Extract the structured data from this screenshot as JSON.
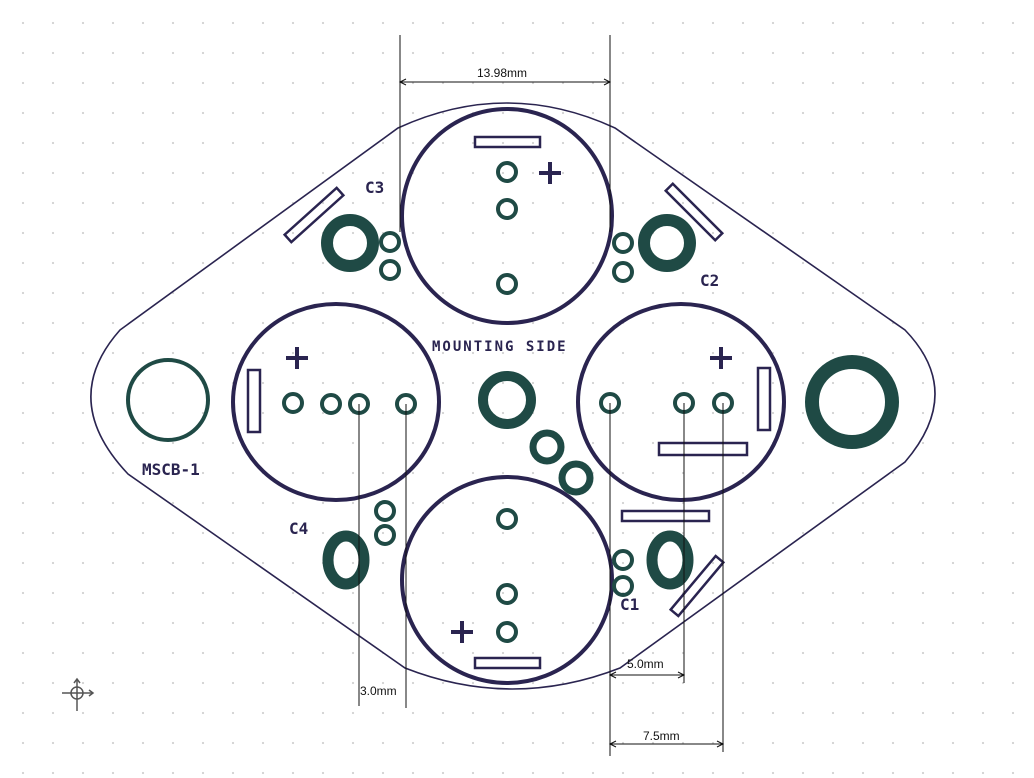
{
  "labels": {
    "c1": "C1",
    "c2": "C2",
    "c3": "C3",
    "c4": "C4",
    "mounting_side": "MOUNTING SIDE",
    "board_name": "MSCB-1"
  },
  "dimensions": {
    "top_width": "13.98mm",
    "pin_spacing_small": "3.0mm",
    "pin_spacing_mid": "5.0mm",
    "pin_spacing_large": "7.5mm"
  },
  "colors": {
    "silkscreen": "#2a2450",
    "copper_pads": "#1f4a45"
  },
  "icons": {
    "origin": "origin-crosshair-icon"
  }
}
